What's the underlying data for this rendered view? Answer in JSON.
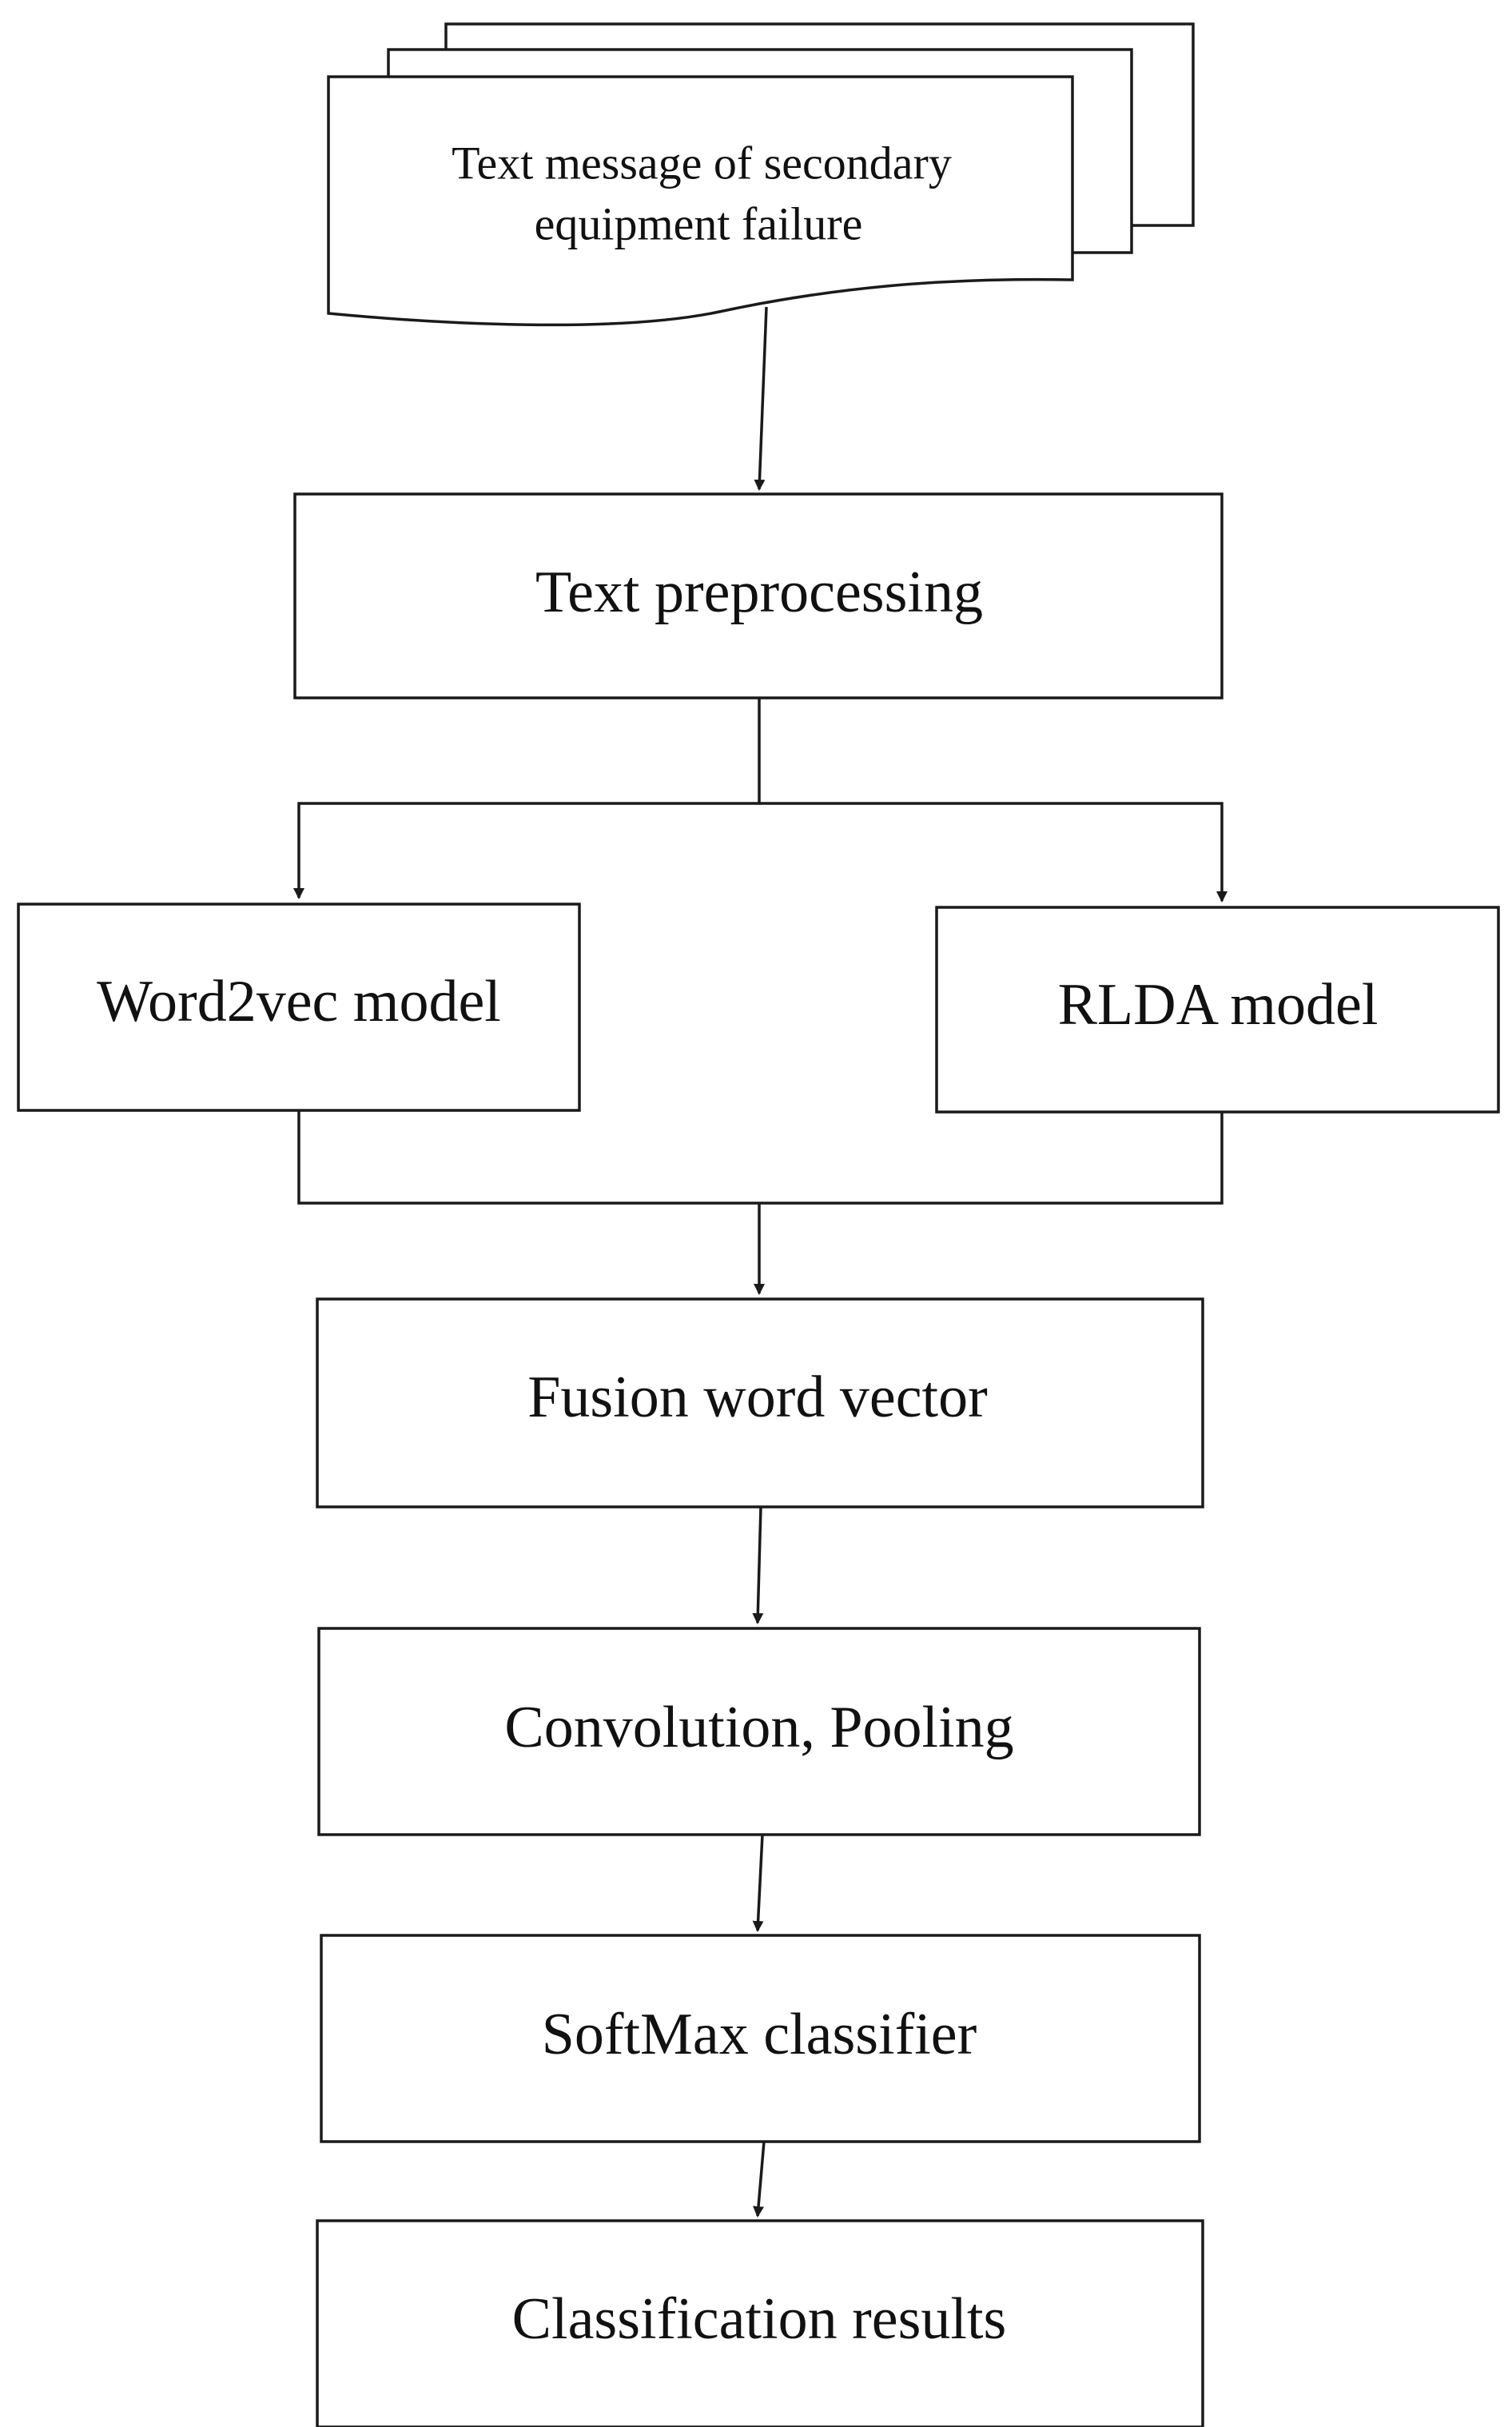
{
  "diagram": {
    "nodes": {
      "source_doc": "Text message of secondary",
      "source_doc_line2": "equipment failure",
      "preprocessing": "Text preprocessing",
      "word2vec": "Word2vec model",
      "rlda": "RLDA model",
      "fusion": "Fusion word vector",
      "conv_pool": "Convolution, Pooling",
      "softmax": "SoftMax classifier",
      "results": "Classification results"
    },
    "edges": [
      {
        "from": "source_doc",
        "to": "preprocessing"
      },
      {
        "from": "preprocessing",
        "to": "word2vec"
      },
      {
        "from": "preprocessing",
        "to": "rlda"
      },
      {
        "from": "word2vec",
        "to": "fusion"
      },
      {
        "from": "rlda",
        "to": "fusion"
      },
      {
        "from": "fusion",
        "to": "conv_pool"
      },
      {
        "from": "conv_pool",
        "to": "softmax"
      },
      {
        "from": "softmax",
        "to": "results"
      }
    ]
  }
}
